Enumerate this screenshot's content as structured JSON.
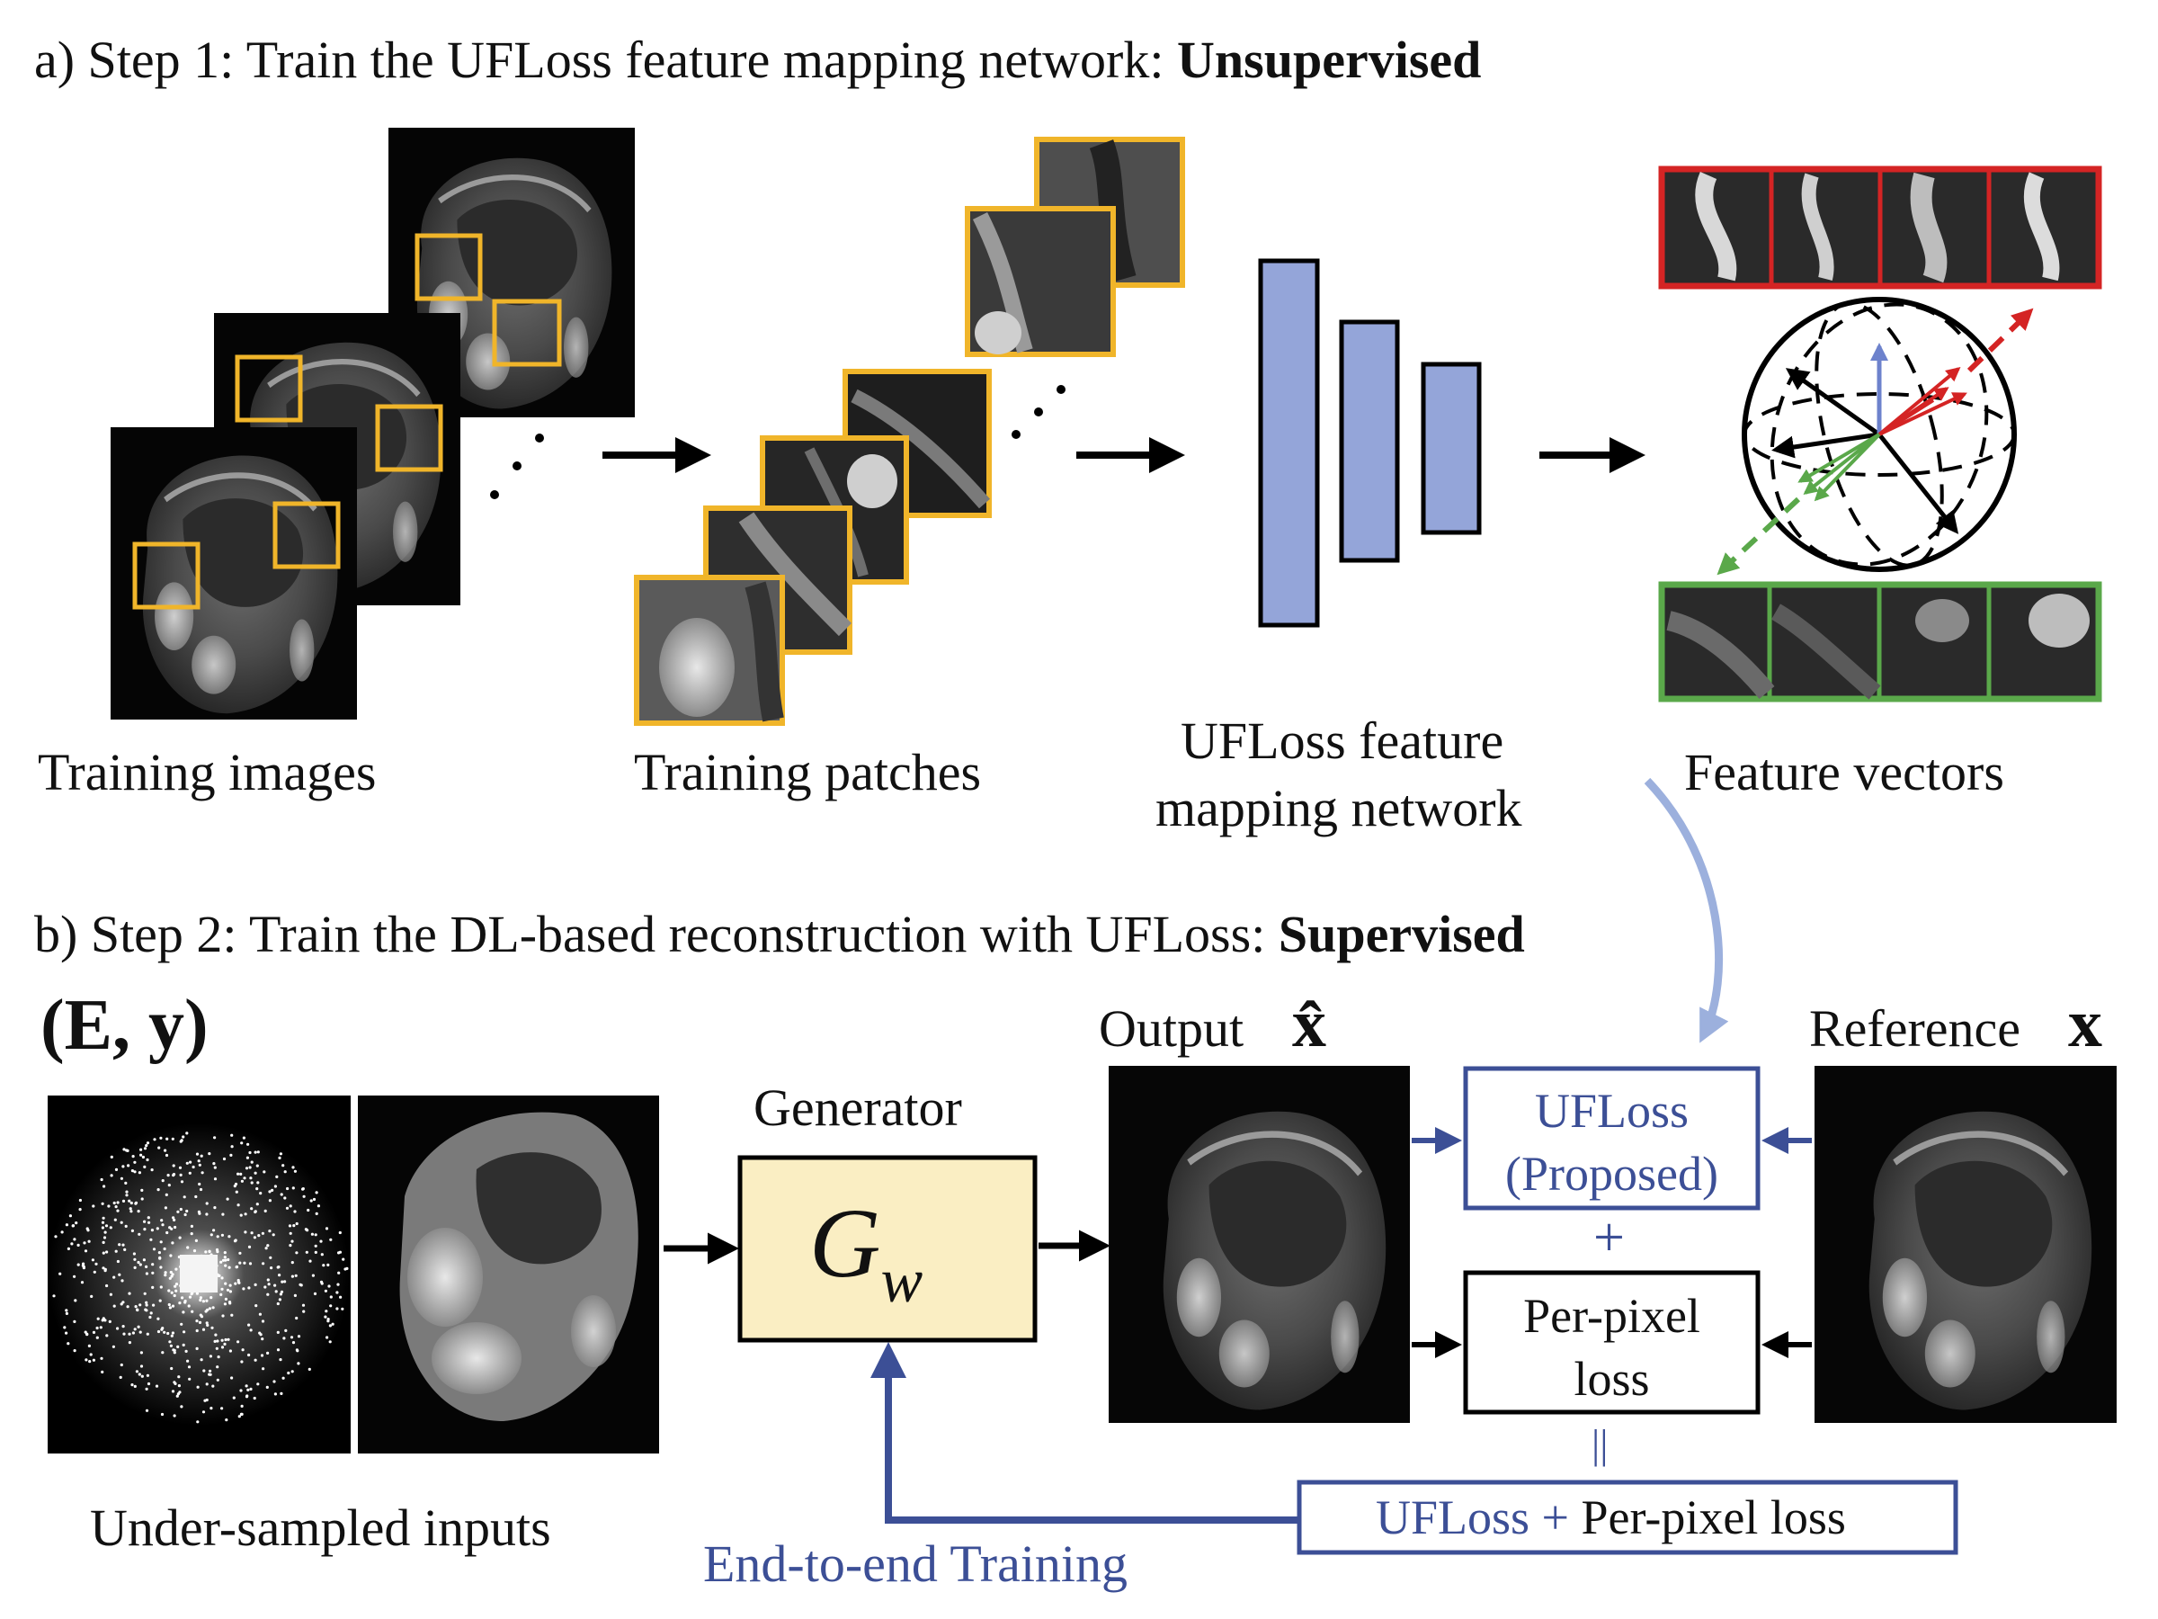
{
  "step1": {
    "prefix": "a) Step 1: Train the UFLoss feature mapping network: ",
    "mode": "Unsupervised"
  },
  "step2": {
    "prefix": "b) Step 2: Train the DL-based reconstruction with UFLoss: ",
    "mode": "Supervised"
  },
  "labels": {
    "training_images": "Training images",
    "training_patches": "Training patches",
    "network_line1": "UFLoss feature",
    "network_line2": "mapping network",
    "feature_vectors": "Feature vectors",
    "math_input": "(E, y)",
    "generator": "Generator",
    "generator_symbol": "G",
    "generator_subscript": "w",
    "output": "Output",
    "output_symbol": "x̂",
    "reference": "Reference",
    "reference_symbol": "x",
    "ufloss_line1": "UFLoss",
    "ufloss_line2": "(Proposed)",
    "plus": "+",
    "perpixel_line1": "Per-pixel",
    "perpixel_line2": "loss",
    "equals": "||",
    "combined_a": "UFLoss + ",
    "combined_b": "Per-pixel loss",
    "undersampled": "Under-sampled inputs",
    "end_to_end": "End-to-end Training"
  },
  "colors": {
    "patch_border": "#f0b52a",
    "network_fill": "#94a5d9",
    "red": "#d42424",
    "green": "#5aa84a",
    "blue_text": "#3c4f96",
    "light_blue_arrow": "#9cb0dd",
    "generator_fill": "#faeec3"
  }
}
